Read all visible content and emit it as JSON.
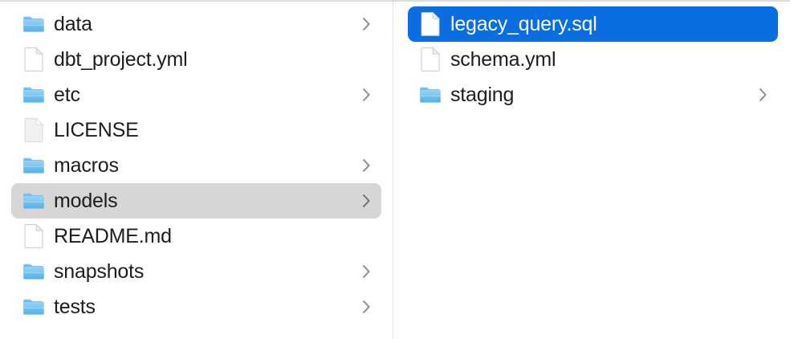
{
  "app": {
    "view": "column-view",
    "accent_color": "#0a6ee0",
    "selection_inactive_color": "#d6d6d6",
    "text_color": "#1d1d1f",
    "selected_text_color": "#ffffff",
    "divider_color": "#dfdfdf",
    "background_color": "#ffffff"
  },
  "columns": [
    {
      "name": "parent-column",
      "items": [
        {
          "label": "data",
          "kind": "folder",
          "icon": "folder-icon",
          "has_chevron": true,
          "selected": false,
          "selection_style": "none"
        },
        {
          "label": "dbt_project.yml",
          "kind": "file",
          "icon": "document-icon",
          "has_chevron": false,
          "selected": false,
          "selection_style": "none"
        },
        {
          "label": "etc",
          "kind": "folder",
          "icon": "folder-icon",
          "has_chevron": true,
          "selected": false,
          "selection_style": "none"
        },
        {
          "label": "LICENSE",
          "kind": "file",
          "icon": "plain-document-icon",
          "has_chevron": false,
          "selected": false,
          "selection_style": "none"
        },
        {
          "label": "macros",
          "kind": "folder",
          "icon": "folder-icon",
          "has_chevron": true,
          "selected": false,
          "selection_style": "none"
        },
        {
          "label": "models",
          "kind": "folder",
          "icon": "folder-icon",
          "has_chevron": true,
          "selected": true,
          "selection_style": "gray"
        },
        {
          "label": "README.md",
          "kind": "file",
          "icon": "document-icon",
          "has_chevron": false,
          "selected": false,
          "selection_style": "none"
        },
        {
          "label": "snapshots",
          "kind": "folder",
          "icon": "folder-icon",
          "has_chevron": true,
          "selected": false,
          "selection_style": "none"
        },
        {
          "label": "tests",
          "kind": "folder",
          "icon": "folder-icon",
          "has_chevron": true,
          "selected": false,
          "selection_style": "none"
        }
      ]
    },
    {
      "name": "child-column",
      "items": [
        {
          "label": "legacy_query.sql",
          "kind": "file",
          "icon": "document-icon",
          "has_chevron": false,
          "selected": true,
          "selection_style": "blue"
        },
        {
          "label": "schema.yml",
          "kind": "file",
          "icon": "document-icon",
          "has_chevron": false,
          "selected": false,
          "selection_style": "none"
        },
        {
          "label": "staging",
          "kind": "folder",
          "icon": "folder-icon",
          "has_chevron": true,
          "selected": false,
          "selection_style": "none"
        }
      ]
    }
  ]
}
